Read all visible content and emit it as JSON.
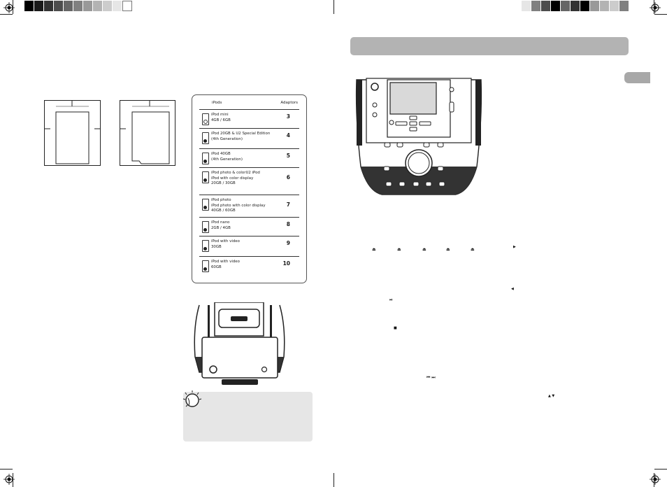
{
  "swatches": {
    "left": [
      "#000000",
      "#1a1a1a",
      "#333333",
      "#4d4d4d",
      "#666666",
      "#808080",
      "#999999",
      "#b3b3b3",
      "#cccccc",
      "#e6e6e6",
      "#ffffff"
    ],
    "right": [
      "#e6e6e6",
      "#808080",
      "#4d4d4d",
      "#000000",
      "#666666",
      "#333333",
      "#000000",
      "#999999",
      "#b3b3b3",
      "#cccccc",
      "#808080"
    ]
  },
  "adaptor_table": {
    "header_left": "iPods",
    "header_right": "Adaptors",
    "rows": [
      {
        "line1": "iPod mini",
        "line2": "4GB / 6GB",
        "line3": "",
        "number": "3",
        "icon": "ipod-mini-icon"
      },
      {
        "line1": "iPod 20GB & U2 Special Edition",
        "line2": "(4th Generation)",
        "line3": "",
        "number": "4",
        "icon": "ipod-classic-icon"
      },
      {
        "line1": "iPod 40GB",
        "line2": "(4th Generation)",
        "line3": "",
        "number": "5",
        "icon": "ipod-classic-icon"
      },
      {
        "line1": "iPod photo & colorU2 iPod",
        "line2": "iPod with color display",
        "line3": "20GB / 30GB",
        "number": "6",
        "icon": "ipod-photo-icon"
      },
      {
        "line1": "iPod photo",
        "line2": "iPod photo with color display",
        "line3": "40GB / 60GB",
        "number": "7",
        "icon": "ipod-photo-icon"
      },
      {
        "line1": "iPod nano",
        "line2": "2GB / 4GB",
        "line3": "",
        "number": "8",
        "icon": "ipod-nano-icon"
      },
      {
        "line1": "iPod with video",
        "line2": "30GB",
        "line3": "",
        "number": "9",
        "icon": "ipod-video-icon"
      },
      {
        "line1": "iPod with video",
        "line2": "60GB",
        "line3": "",
        "number": "10",
        "icon": "ipod-video-icon"
      }
    ]
  },
  "glyphs": {
    "eject": "⏏",
    "play_right": "▶",
    "play_left": "◀",
    "play_pause": "⏯",
    "stop": "■",
    "skip": "⏮ ⏭",
    "up_down": "▲ ▼"
  }
}
